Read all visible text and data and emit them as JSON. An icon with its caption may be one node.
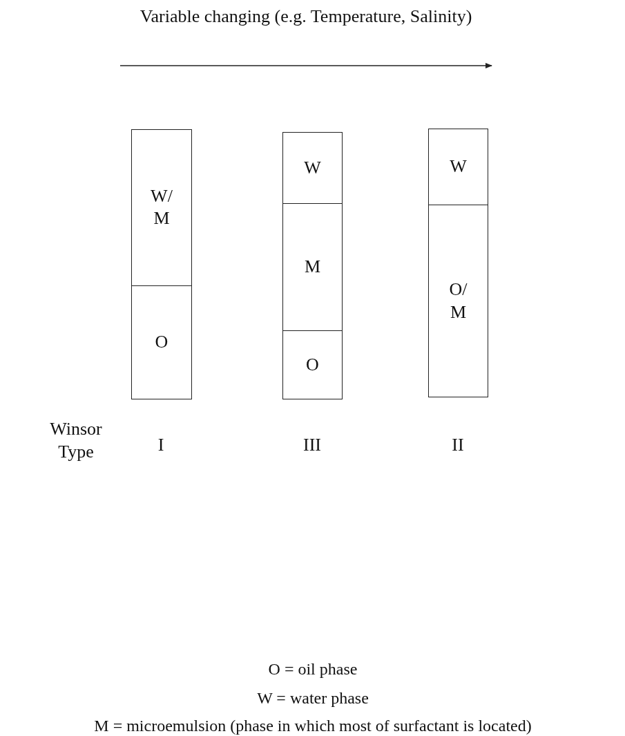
{
  "diagram": {
    "nodes": [
      {
        "text": [],
        "shape": "box"
      },
      {
        "text": [
          "W/ M"
        ],
        "in": 0
      },
      {
        "text": [
          "O"
        ],
        "in": 0
      },
      {
        "text": [],
        "shape": "box"
      },
      {
        "text": [
          "W"
        ],
        "in": 3
      },
      {
        "text": [
          "M"
        ],
        "in": 3
      },
      {
        "text": [
          "O"
        ],
        "in": 3
      },
      {
        "text": [],
        "shape": "box"
      },
      {
        "text": [
          "W"
        ],
        "in": 7
      },
      {
        "text": [
          "O/ M"
        ],
        "in": 7
      }
    ],
    "labels": [
      "Variable changing (e.g. Temperature, Salinity)",
      "Winsor Type",
      "I",
      "III",
      "II",
      "O = oil phase",
      "W = water phase",
      "M = microemulsion (phase in which most of surfactant is located)"
    ]
  }
}
